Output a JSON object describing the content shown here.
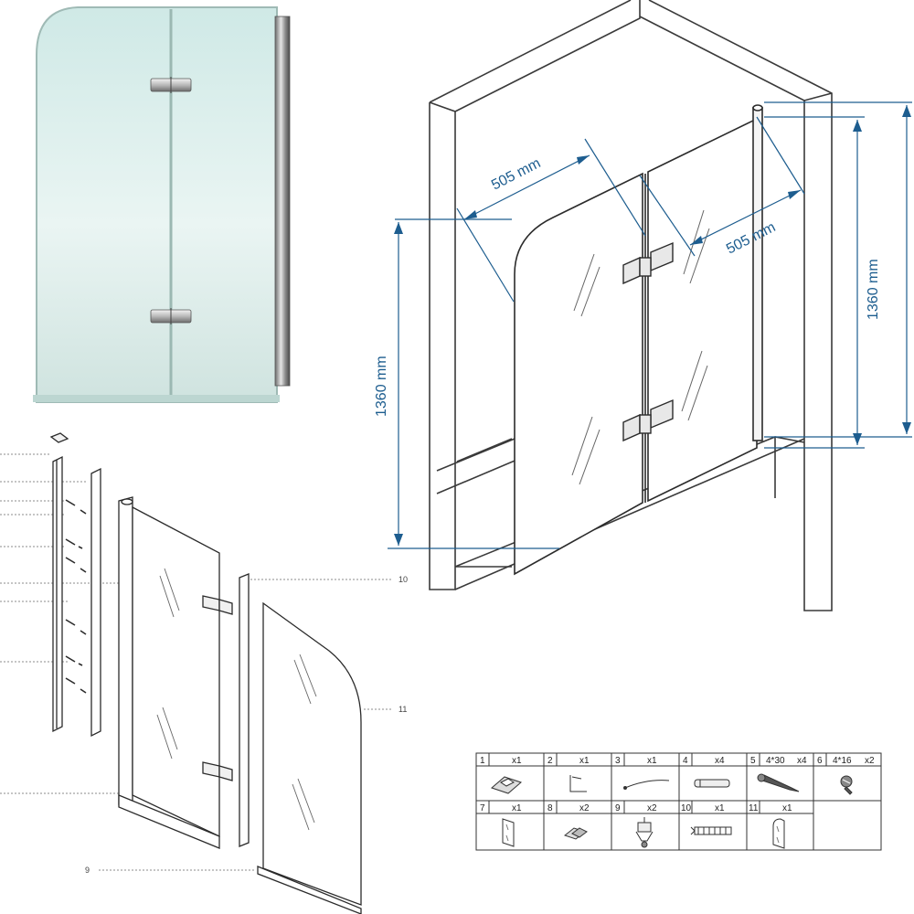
{
  "dimensions": {
    "width_left": "505 mm",
    "width_right": "505 mm",
    "height_left": "1360 mm",
    "height_right": "1360 mm"
  },
  "callouts": [
    "10",
    "11",
    "9"
  ],
  "parts_table": {
    "row1": [
      {
        "no": "1",
        "qty": "x1"
      },
      {
        "no": "2",
        "qty": "x1"
      },
      {
        "no": "3",
        "qty": "x1"
      },
      {
        "no": "4",
        "qty": "x4"
      },
      {
        "no": "5",
        "size": "4*30",
        "qty": "x4"
      },
      {
        "no": "6",
        "size": "4*16",
        "qty": "x2"
      }
    ],
    "row2": [
      {
        "no": "7",
        "qty": "x1"
      },
      {
        "no": "8",
        "qty": "x2"
      },
      {
        "no": "9",
        "qty": "x2"
      },
      {
        "no": "10",
        "qty": "x1"
      },
      {
        "no": "11",
        "qty": "x1"
      }
    ]
  }
}
